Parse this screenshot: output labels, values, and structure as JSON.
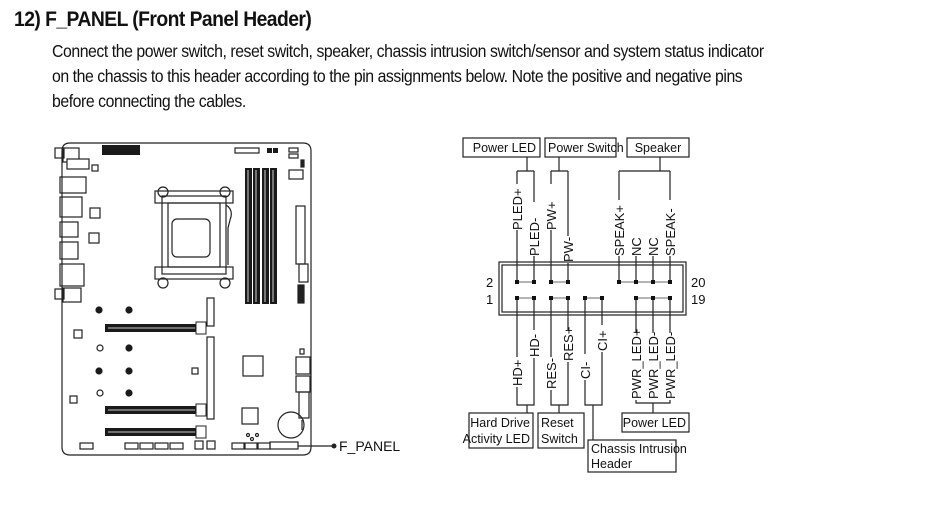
{
  "section": {
    "number": "12)",
    "title": "F_PANEL (Front Panel Header)",
    "paragraph_lines": [
      "Connect the power switch, reset switch, speaker, chassis intrusion switch/sensor and system status indicator",
      "on the chassis to this header according to the pin assignments below. Note the positive and negative pins",
      "before connecting the cables."
    ]
  },
  "board": {
    "callout_label": "F_PANEL"
  },
  "header": {
    "pin_numbers": {
      "top_left": "2",
      "bottom_left": "1",
      "top_right": "20",
      "bottom_right": "19"
    },
    "top_row_pins": [
      "PLED+",
      "PLED-",
      "PW+",
      "PW-",
      "",
      "",
      "SPEAK+",
      "NC",
      "NC",
      "SPEAK-"
    ],
    "bottom_row_pins": [
      "HD+",
      "HD-",
      "RES-",
      "RES+",
      "CI-",
      "CI+",
      "",
      "PWR_LED+",
      "PWR_LED-",
      "PWR_LED-"
    ],
    "groups_top": [
      {
        "label": "Power LED",
        "pins": [
          "PLED+",
          "PLED-"
        ]
      },
      {
        "label": "Power Switch",
        "pins": [
          "PW+",
          "PW-"
        ]
      },
      {
        "label": "Speaker",
        "pins": [
          "SPEAK+",
          "SPEAK-"
        ]
      }
    ],
    "groups_bottom": [
      {
        "label_lines": [
          "Hard Drive",
          "Activity LED"
        ],
        "pins": [
          "HD+",
          "HD-"
        ]
      },
      {
        "label_lines": [
          "Reset",
          "Switch"
        ],
        "pins": [
          "RES-",
          "RES+"
        ]
      },
      {
        "label_lines": [
          "Chassis Intrusion",
          "Header"
        ],
        "pins": [
          "CI-",
          "CI+"
        ]
      },
      {
        "label_lines": [
          "Power LED"
        ],
        "pins": [
          "PWR_LED+",
          "PWR_LED-",
          "PWR_LED-"
        ]
      }
    ]
  }
}
